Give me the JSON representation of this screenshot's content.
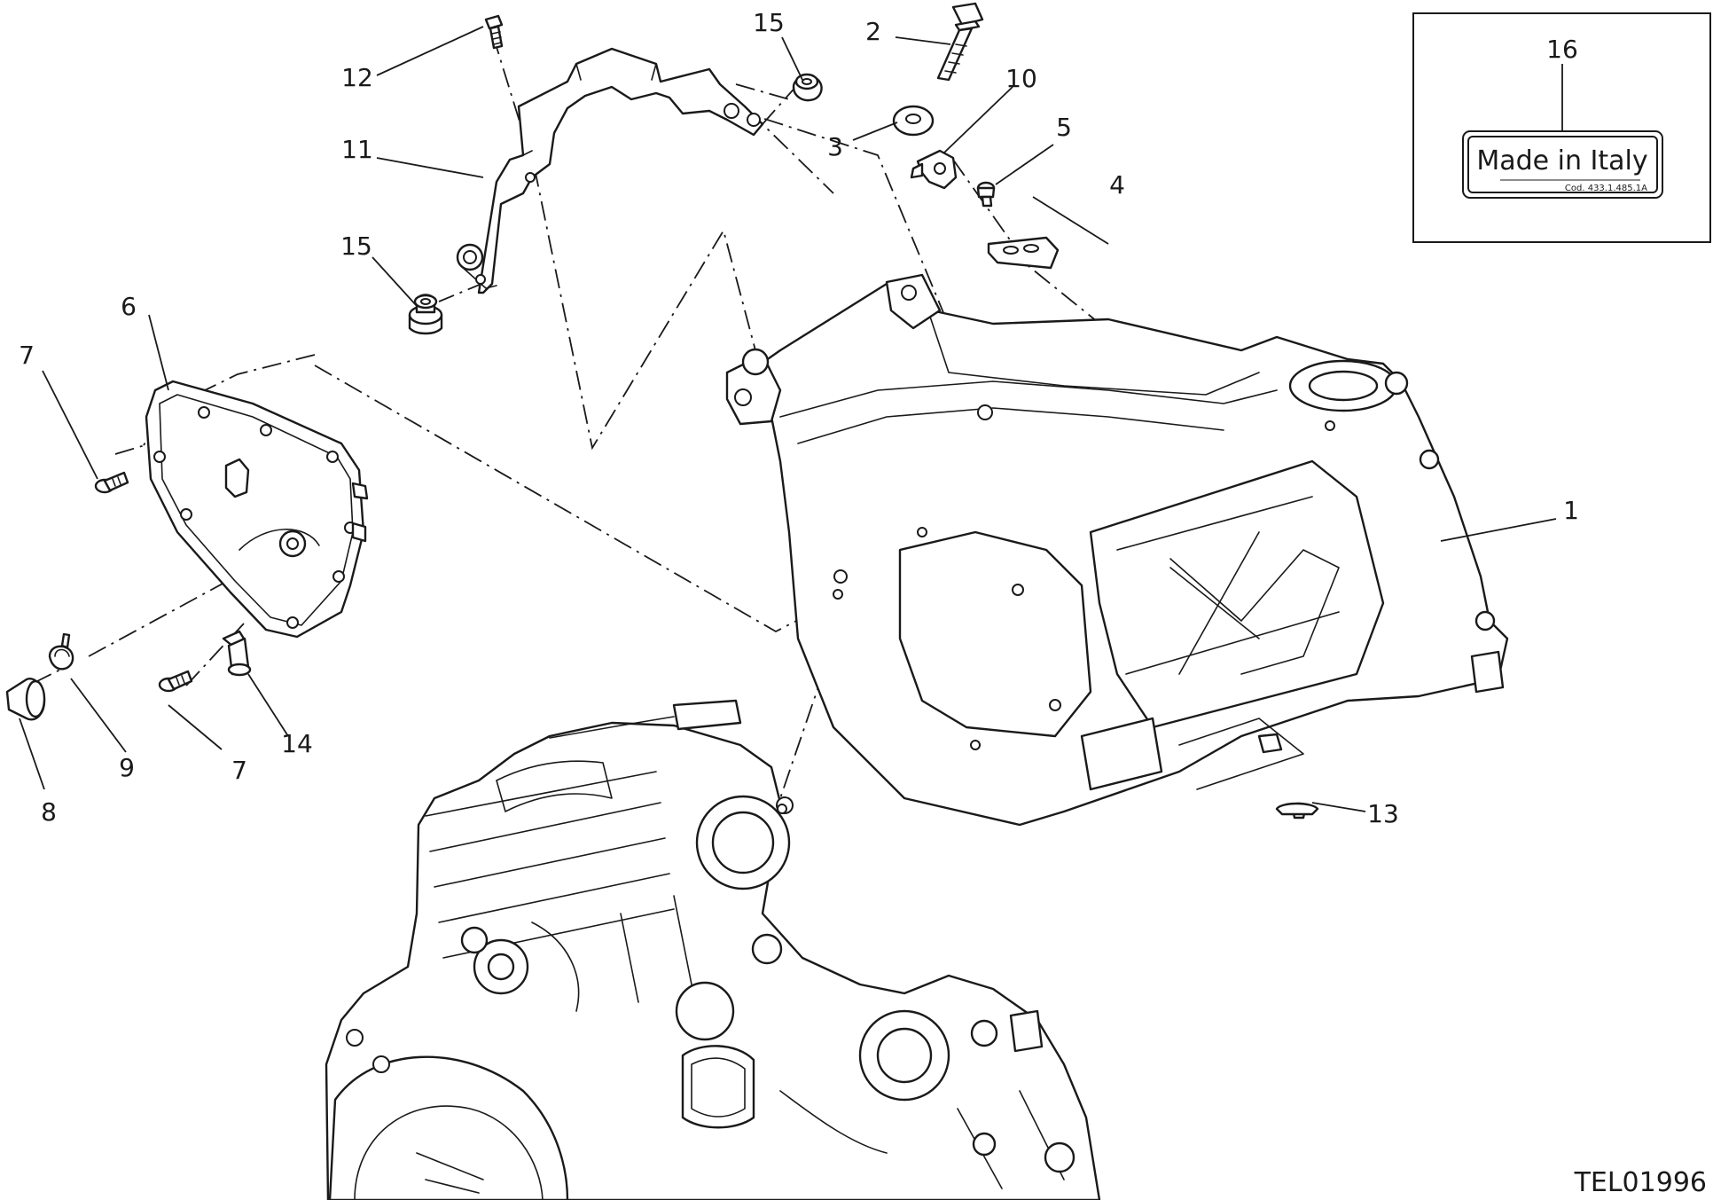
{
  "callouts": {
    "c1": "1",
    "c2": "2",
    "c3": "3",
    "c4": "4",
    "c5": "5",
    "c6": "6",
    "c7a": "7",
    "c7b": "7",
    "c8": "8",
    "c9": "9",
    "c10": "10",
    "c11": "11",
    "c12": "12",
    "c13": "13",
    "c14": "14",
    "c15a": "15",
    "c15b": "15",
    "c16": "16"
  },
  "label": {
    "main": "Made in Italy",
    "code": "Cod. 433.1.485.1A"
  },
  "drawing_code": "TEL01996"
}
